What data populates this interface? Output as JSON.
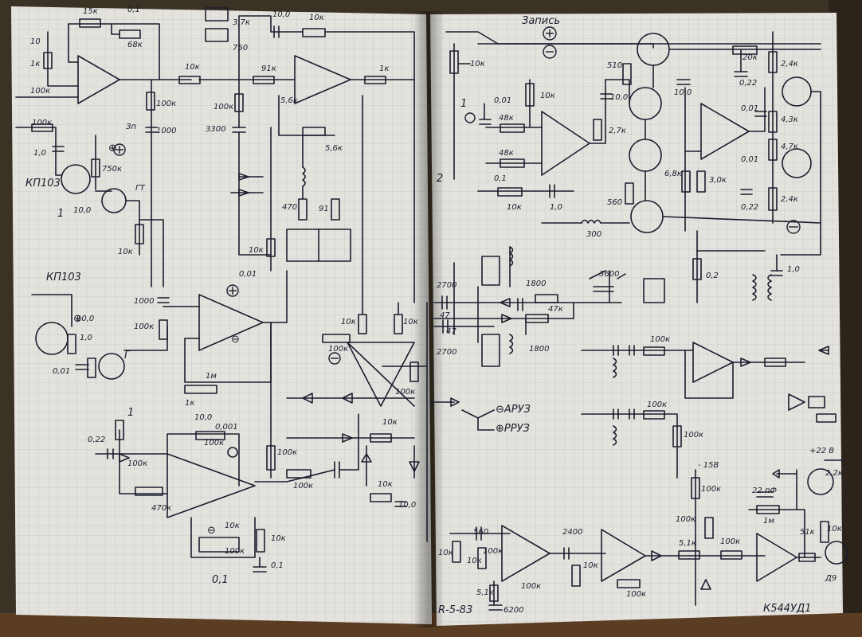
{
  "notebook": {
    "paper_color": "#e4e2dc",
    "grid_color": "#b9bcc6",
    "ink_color": "#1a1d2e",
    "background_color": "#3b3226"
  },
  "left_page": {
    "labels": {
      "c_10_top": "10",
      "r_1k_top": "1к",
      "r_15k": "15к",
      "c_01_top": "0,1",
      "r_68k": "68к",
      "r_100k_in": "100к",
      "r_100k_left": "100к",
      "c_10_left": "1,0",
      "kp103_top": "КП103",
      "r_750k": "750к",
      "zap_small": "Зп",
      "gt": "ГТ",
      "c_10_lower": "10,0",
      "r_10k_pot": "10к",
      "one_mark": "1",
      "r_10k_mid": "10к",
      "r_100k_mid": "100к",
      "c_1000_mid": "1000",
      "r_37k": "3,7к",
      "r_750_top": "750",
      "c_100_top": "10,0",
      "r_10k_topright": "10к",
      "r_91k": "91к",
      "r_56k": "5,6к",
      "r_1k_right": "1к",
      "r_100k_pot2": "100к",
      "c_3300": "3300",
      "r_56k_b": "5,6к",
      "r_470": "470",
      "r_91": "91",
      "r_10k_col": "10к",
      "c_001": "0,01",
      "kp103_bottom": "КП103",
      "c_1000_b": "1000",
      "r_100k_b": "100к",
      "c_10_b": "1,0",
      "c_001_b": "0,01",
      "g_mark": "Г",
      "r_1m": "1м",
      "r_1k_b": "1к",
      "c_100_b": "10,0",
      "c_0001": "0,001",
      "r_100k_c": "100к",
      "pin_1": "1",
      "c_022": "0,22",
      "r_470k": "470к",
      "r_100k_d": "100к",
      "r_100k_e": "100к",
      "r_10k_e": "10к",
      "r_100k_f": "100к",
      "r_10k_f": "10к",
      "c_01_bottom": "0,1",
      "c_01_right": "0,1",
      "r_10k_g": "10к",
      "r_100k_g": "100к",
      "r_10k_h": "10к",
      "r_10k_i": "10к",
      "r_100k_i": "100к",
      "c_10_i": "10,0",
      "r_10k_j": "10к",
      "c_10_j": "10,0",
      "r_100k_j": "100к",
      "minus_a": "⊖",
      "plus_a": "⊕",
      "minus_b": "⊖",
      "plus_b": "⊕"
    }
  },
  "right_page": {
    "labels": {
      "zapis": "Запись",
      "r_10k_top": "10к",
      "r_510": "510",
      "r_10k_a": "10к",
      "c_001_a": "0,01",
      "r_48k_a": "48к",
      "r_48k_b": "48к",
      "c_01_a": "0,1",
      "r_10k_b": "10к",
      "c_10_a": "1,0",
      "r_27k": "2,7к",
      "c_10_b": "10,0",
      "r_560": "560",
      "r_300": "300",
      "c_100_c": "10,0",
      "r_20k": "20к",
      "c_022_a": "0,22",
      "r_24k_a": "2,4к",
      "c_001_b": "0,01",
      "r_43k": "4,3к",
      "r_47k_a": "4,7к",
      "c_001_c": "0,01",
      "r_68k": "6,8к",
      "r_30k": "3,0к",
      "c_022_b": "0,22",
      "r_24k_b": "2,4к",
      "r_02": "0,2",
      "c_10_c": "1,0",
      "c_2700_a": "2700",
      "c_47_a": "47",
      "c_3600": "3600",
      "c_1800_a": "1800",
      "r_47k_b": "47к",
      "c_47_b": "47",
      "c_2700_b": "2700",
      "c_1800_b": "1800",
      "one": "1",
      "two": "2",
      "r_100k_a": "100к",
      "r_100k_b": "100к",
      "r_100k_c": "100к",
      "aru3": "⊖АРУЗ",
      "pru3": "⊕РРУЗ",
      "minus_15": "- 15В",
      "plus_22": "+22 В",
      "r_100k_d": "100к",
      "r_100k_e": "100к",
      "r_100k_f": "100к",
      "c_22pf": "22 пФ",
      "r_1m": "1м",
      "r_51k": "51к",
      "r_10k_f": "10к",
      "r_22k": "2,2к",
      "r_10k_g": "10к",
      "c_560": "560",
      "c_2400": "2400",
      "r_10k_h": "10к",
      "r_100k_h": "100к",
      "r_51k_b": "5,1к",
      "c_6200": "6200",
      "r_10k_i": "10к",
      "r_100k_i": "100к",
      "r_51k_c": "5,1к",
      "r_100k_j": "100к",
      "diode": "Д9",
      "date": "R-5-83",
      "chip": "К544УД1"
    }
  }
}
